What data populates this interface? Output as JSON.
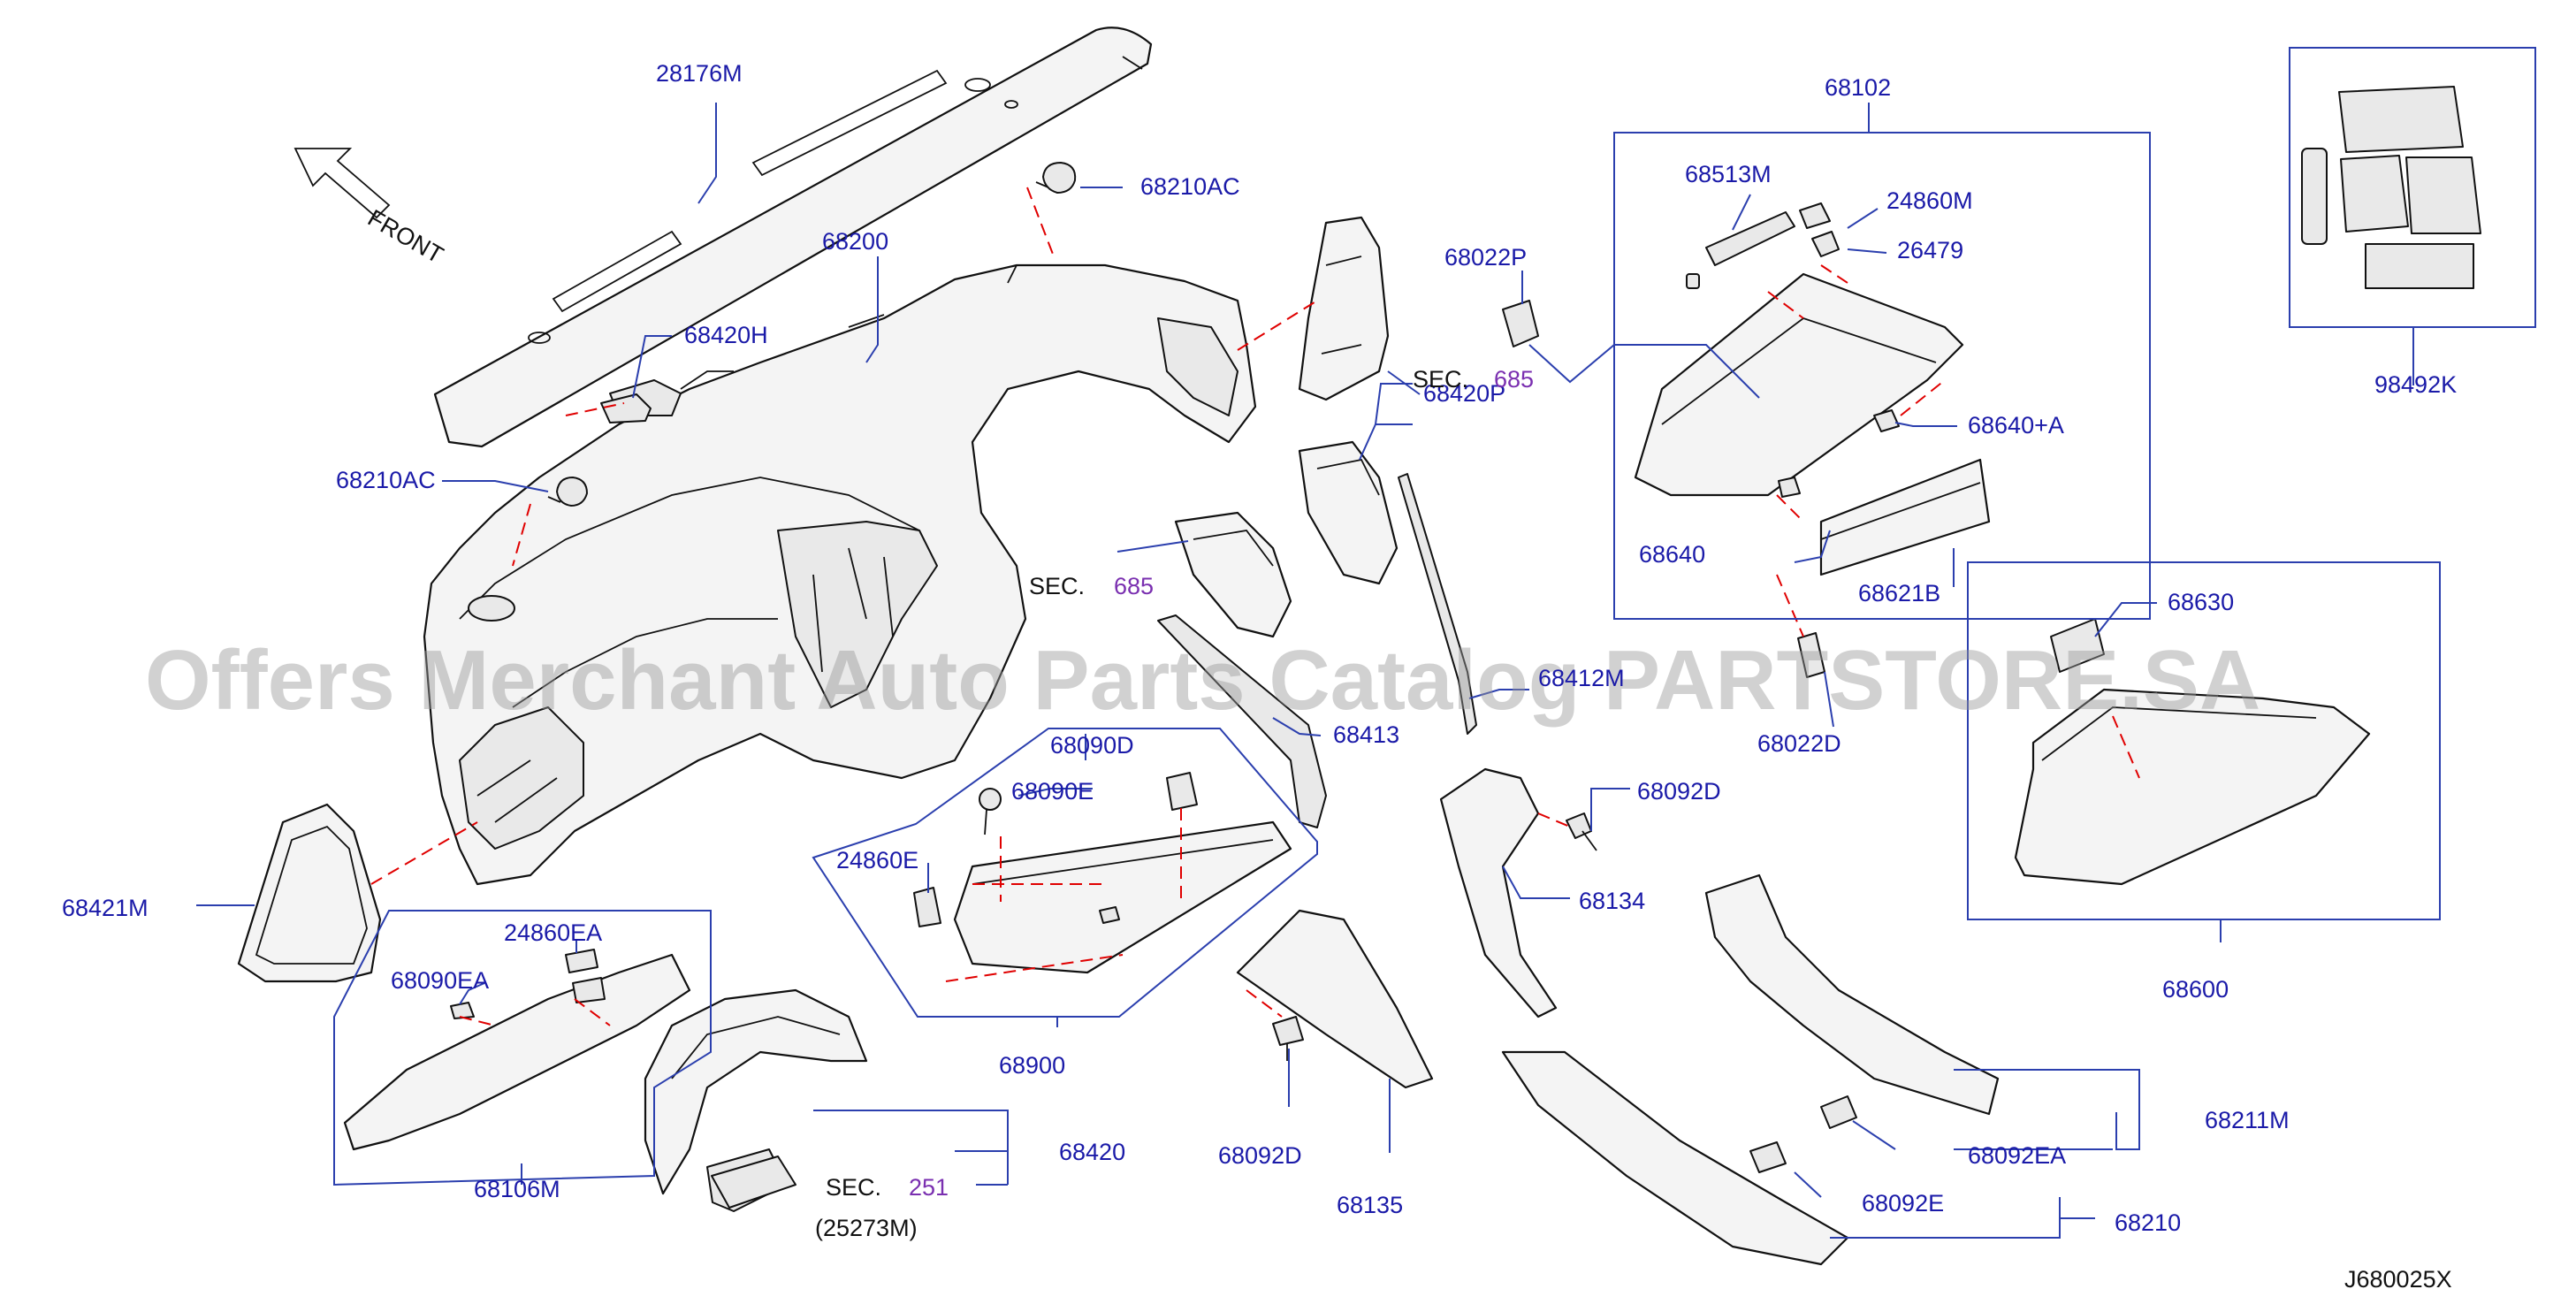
{
  "diagram_id": "J680025X",
  "watermark": "Offers Merchant Auto Parts Catalog PARTSTORE.SA",
  "orientation_label": "FRONT",
  "parts": {
    "p28176M": "28176M",
    "p68210AC_top": "68210AC",
    "p68200": "68200",
    "p68420H": "68420H",
    "p68210AC_left": "68210AC",
    "p68102": "68102",
    "p68513M": "68513M",
    "p24860M": "24860M",
    "p26479": "26479",
    "p68022P": "68022P",
    "p68420P": "68420P",
    "p68640A": "68640+A",
    "p68640": "68640",
    "p68621B": "68621B",
    "p98492K": "98492K",
    "p68630": "68630",
    "p68022D": "68022D",
    "p68413": "68413",
    "p68412M": "68412M",
    "p68421M": "68421M",
    "p68090D": "68090D",
    "p68090E": "68090E",
    "p24860E": "24860E",
    "p24860EA": "24860EA",
    "p68090EA": "68090EA",
    "p68900": "68900",
    "p68092D_right": "68092D",
    "p68134": "68134",
    "p68600": "68600",
    "p68211M": "68211M",
    "p68092EA": "68092EA",
    "p68092E": "68092E",
    "p68210": "68210",
    "p68106M": "68106M",
    "p68420": "68420",
    "p68092D_bottom": "68092D",
    "p68135": "68135",
    "p25273M": "(25273M)"
  },
  "sections": {
    "sec_a": {
      "label": "SEC.",
      "num": "685"
    },
    "sec_b": {
      "label": "SEC.",
      "num": "685"
    },
    "sec_c": {
      "label": "SEC.",
      "num": "251"
    }
  },
  "colors": {
    "label": "#1a1aa8",
    "leader": "#2b3fae",
    "section_number": "#7a2fb0",
    "hidden_line": "#e00000"
  }
}
